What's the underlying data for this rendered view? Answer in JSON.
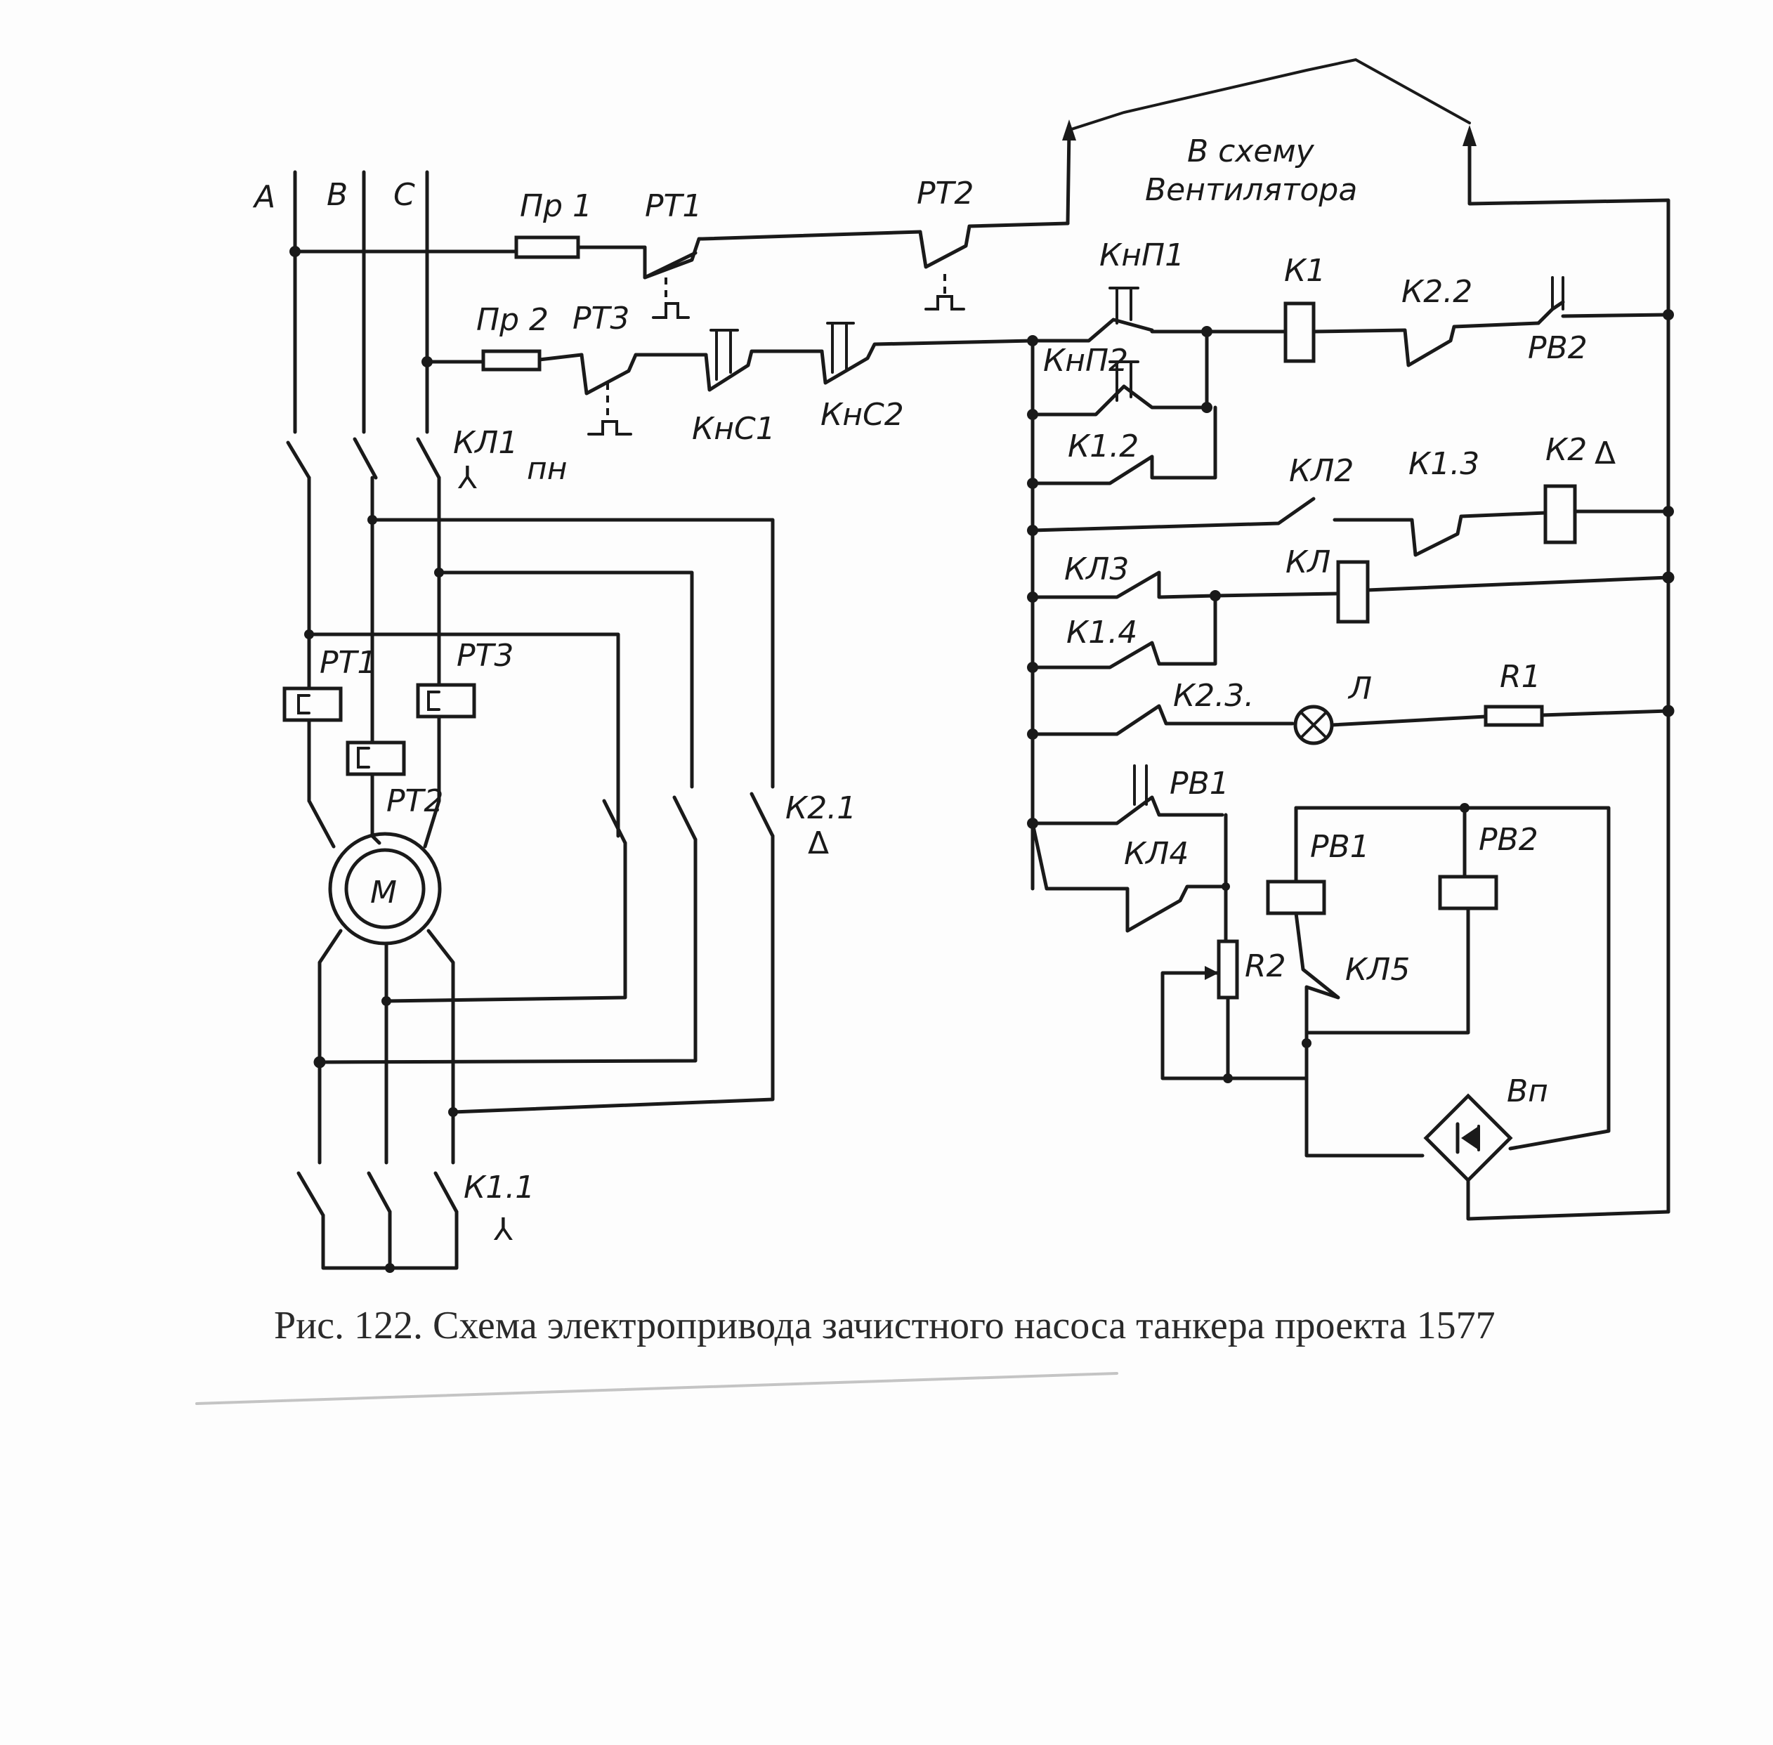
{
  "title": {
    "line1": "В схему",
    "line2": "Вентилятора"
  },
  "caption": "Рис. 122. Схема электропривода зачистного насоса танкера проекта 1577",
  "phases": [
    "A",
    "B",
    "C"
  ],
  "labels": {
    "pr1": "Пр 1",
    "pr2": "Пр 2",
    "rt1_top": "РТ1",
    "rt2_top": "РТ2",
    "rt3_top": "РТ3",
    "kns1": "КнС1",
    "kns2": "КнС2",
    "knp1": "КнП1",
    "knp2": "КнП2",
    "k1": "К1",
    "k22": "К2.2",
    "rv2": "РВ2",
    "k12": "К1.2",
    "kl2": "КЛ2",
    "k13": "К1.3",
    "k2": "К2",
    "kl3": "КЛ3",
    "kl": "КЛ",
    "k14": "К1.4",
    "k23": "К2.3.",
    "lamp": "Л",
    "r1": "R1",
    "rv1": "РВ1",
    "kl4": "КЛ4",
    "rv1_coil": "РВ1",
    "rv2_coil": "РВ2",
    "r2": "R2",
    "kl5": "КЛ5",
    "vp": "Вп",
    "kl1": "КЛ1",
    "pn": "пн",
    "rt1": "РТ1",
    "rt3": "РТ3",
    "rt2": "РТ2",
    "motor": "М",
    "k21": "К2.1",
    "k11": "К1.1"
  },
  "symbols": {
    "star": "⅄",
    "delta": "Δ"
  }
}
